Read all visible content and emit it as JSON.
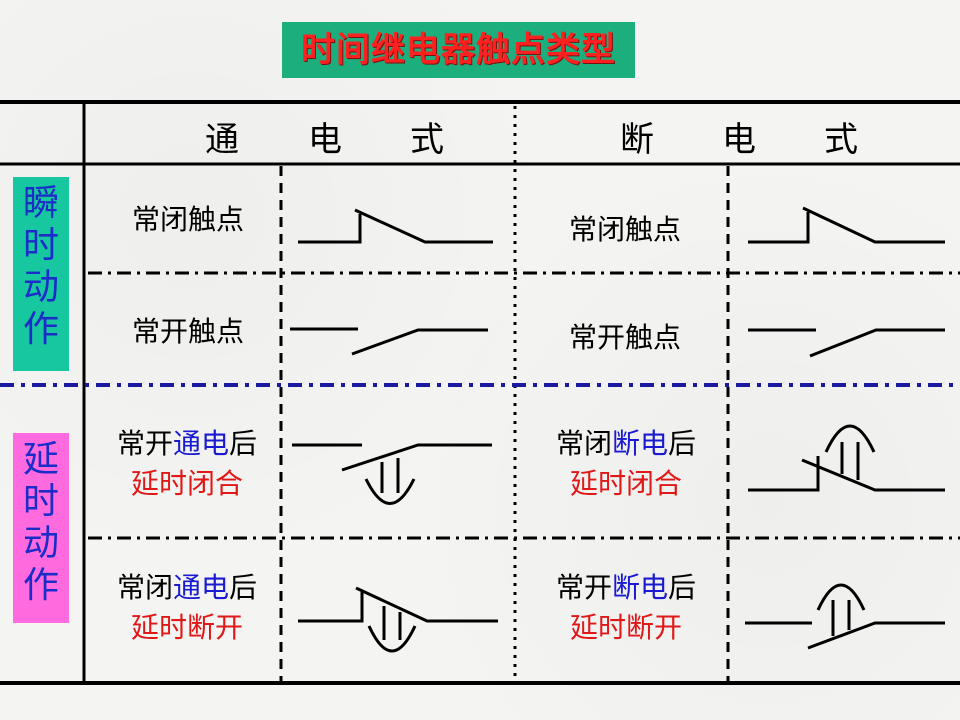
{
  "title": "时间继电器触点类型",
  "header": {
    "energize_mode": [
      "通",
      "电",
      "式"
    ],
    "deenergize_mode": [
      "断",
      "电",
      "式"
    ]
  },
  "groups": {
    "instant": [
      "瞬",
      "时",
      "动",
      "作"
    ],
    "delayed": [
      "延",
      "时",
      "动",
      "作"
    ]
  },
  "cells": {
    "inst_nc_left": "常闭触点",
    "inst_no_left": "常开触点",
    "inst_nc_right": "常闭触点",
    "inst_no_right": "常开触点",
    "d1_left": {
      "a": "常开",
      "b": "通电",
      "c": "后",
      "d": "延时闭合"
    },
    "d2_left": {
      "a": "常闭",
      "b": "通电",
      "c": "后",
      "d": "延时断开"
    },
    "d1_right": {
      "a": "常闭",
      "b": "断电",
      "c": "后",
      "d": "延时闭合"
    },
    "d2_right": {
      "a": "常开",
      "b": "断电",
      "c": "后",
      "d": "延时断开"
    }
  },
  "colors": {
    "title_bg": "#1dae7e",
    "title_text": "#ff2020",
    "blue_text": "#1a1ad0",
    "red_text": "#e01818",
    "instant_bg": "#17c7a0",
    "delayed_bg": "#ff6bdf",
    "separator": "#1a1aa0"
  }
}
